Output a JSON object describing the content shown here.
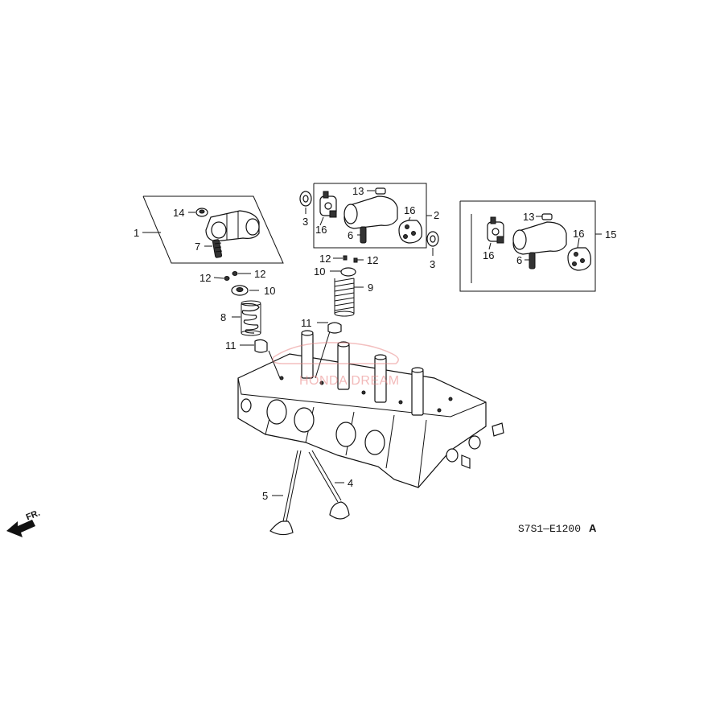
{
  "callouts": {
    "c1": "1",
    "c2": "2",
    "c3a": "3",
    "c3b": "3",
    "c4": "4",
    "c5": "5",
    "c6a": "6",
    "c6b": "6",
    "c7": "7",
    "c8": "8",
    "c9": "9",
    "c10a": "10",
    "c10b": "10",
    "c11a": "11",
    "c11b": "11",
    "c12a": "12",
    "c12b": "12",
    "c12c": "12",
    "c12d": "12",
    "c13a": "13",
    "c13b": "13",
    "c14": "14",
    "c15": "15",
    "c16a": "16",
    "c16b": "16",
    "c16c": "16",
    "c16d": "16"
  },
  "diagram_code": "S7S1—E1200",
  "diagram_code_suffix": "A",
  "front_label": "FR.",
  "watermark": "HONDA DREAM",
  "colors": {
    "ink": "#111111",
    "watermark": "#e88080"
  }
}
